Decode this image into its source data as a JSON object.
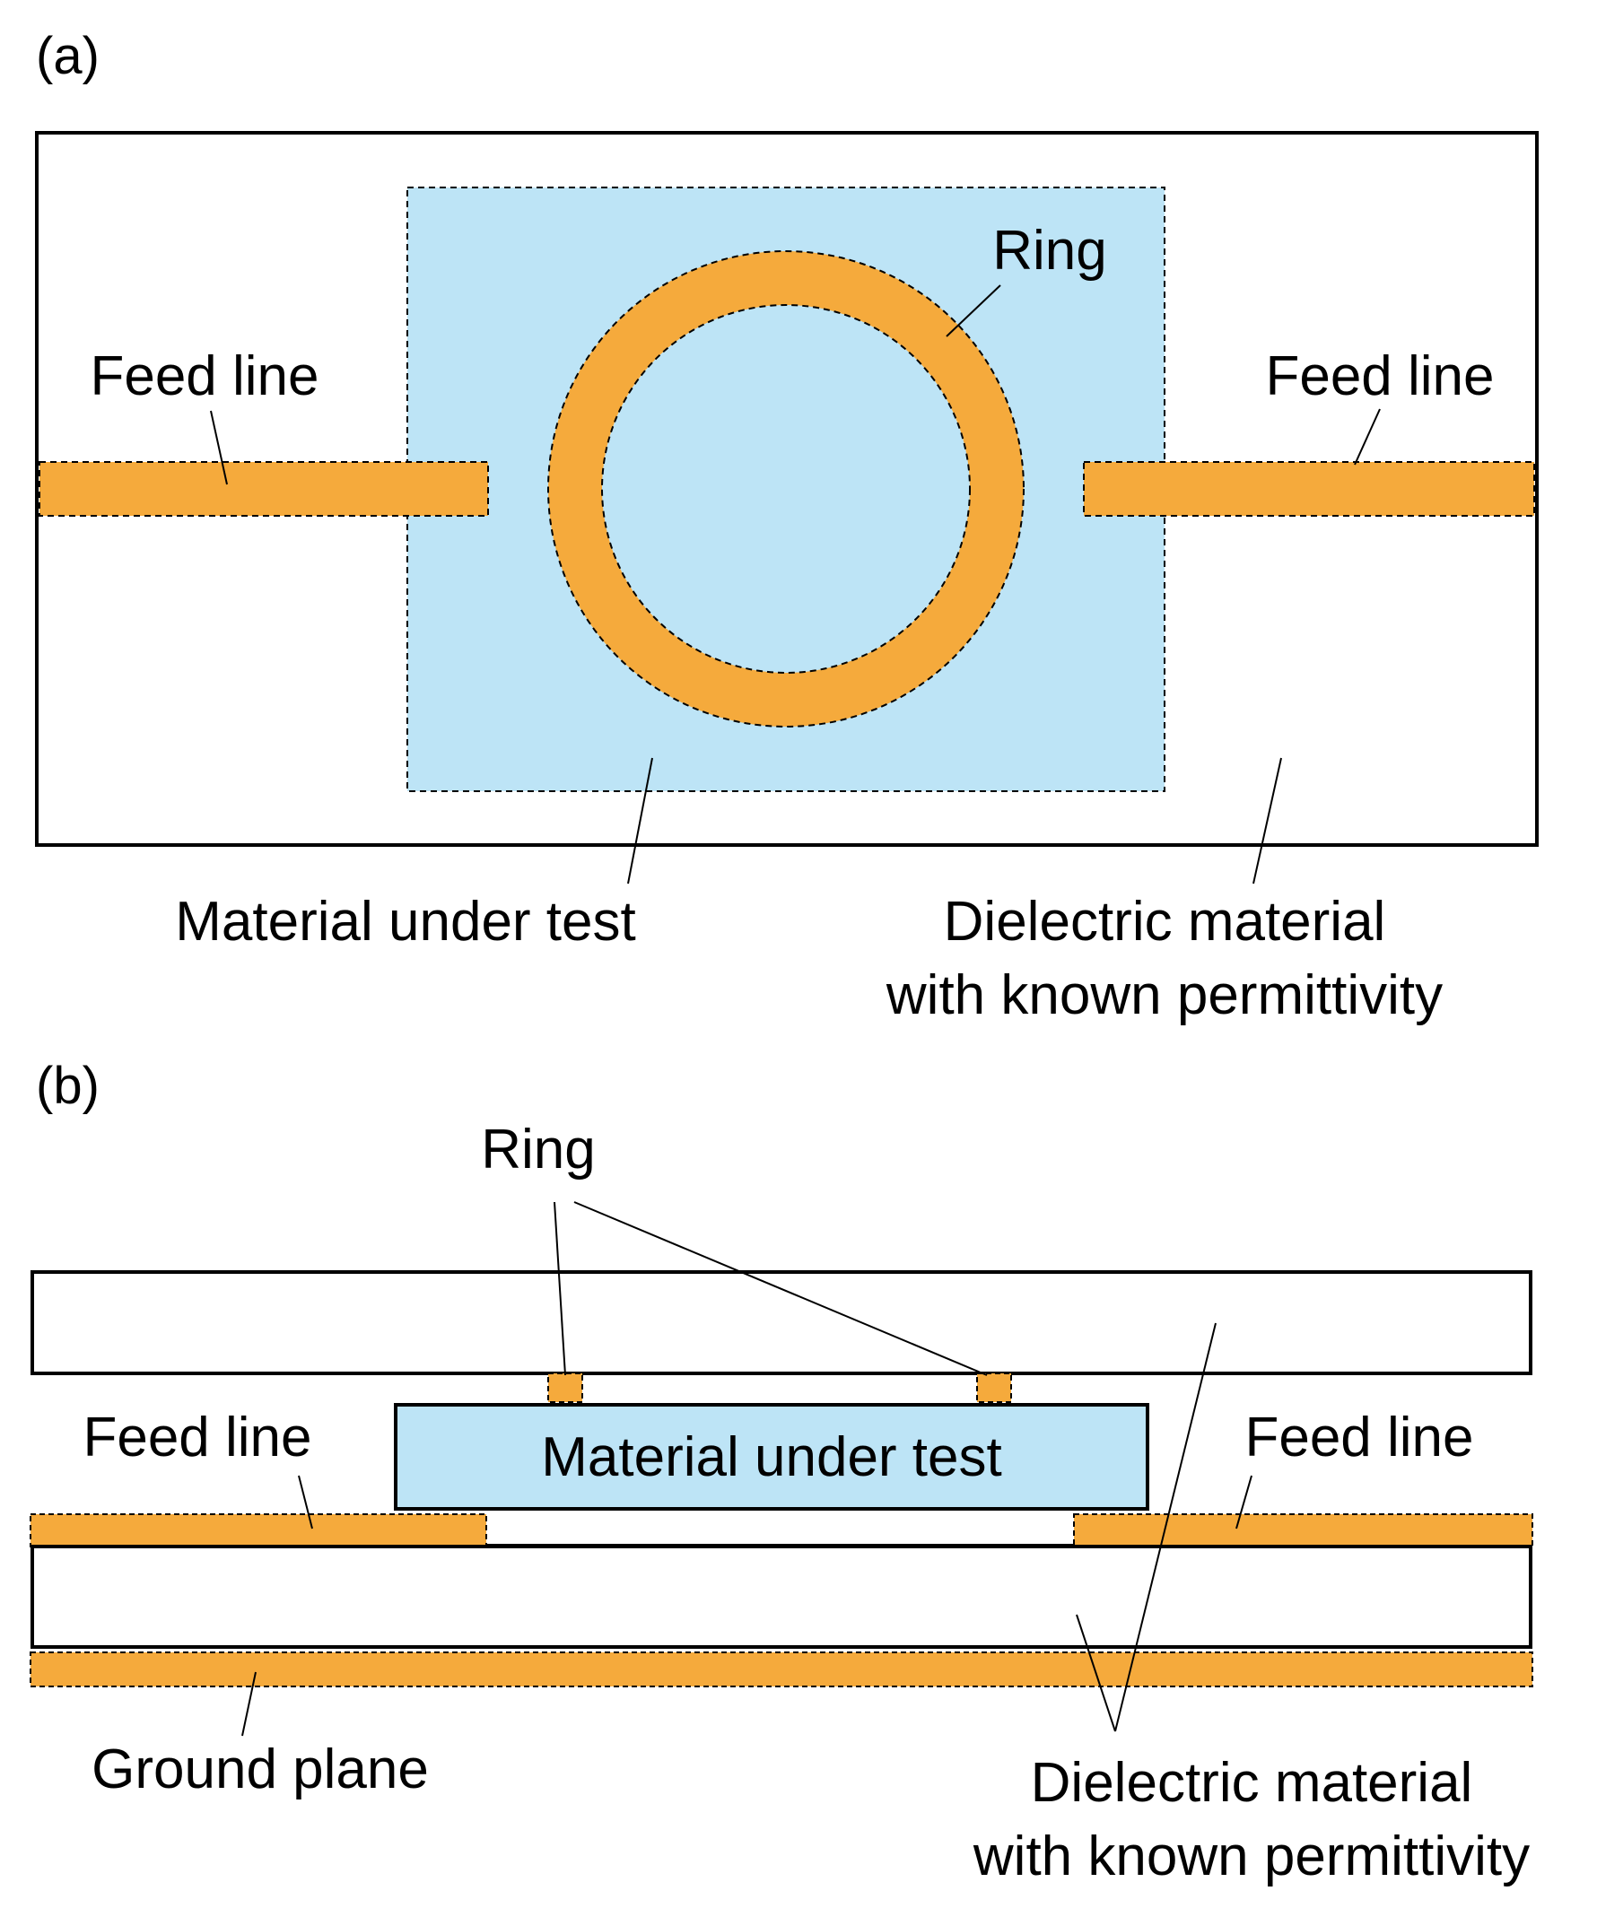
{
  "colors": {
    "conductor": "#F5AA3C",
    "mut_fill": "#BDE4F6",
    "outline": "#000000",
    "background": "#FFFFFF"
  },
  "panel_a": {
    "tag": "(a)",
    "ring_label": "Ring",
    "feed_left_label": "Feed line",
    "feed_right_label": "Feed line",
    "mut_label": "Material under test",
    "dielectric_label_1": "Dielectric material",
    "dielectric_label_2": "with known permittivity"
  },
  "panel_b": {
    "tag": "(b)",
    "ring_label": "Ring",
    "feed_left_label": "Feed line",
    "feed_right_label": "Feed line",
    "mut_label": "Material under test",
    "ground_label": "Ground plane",
    "dielectric_label_1": "Dielectric material",
    "dielectric_label_2": "with known permittivity"
  }
}
